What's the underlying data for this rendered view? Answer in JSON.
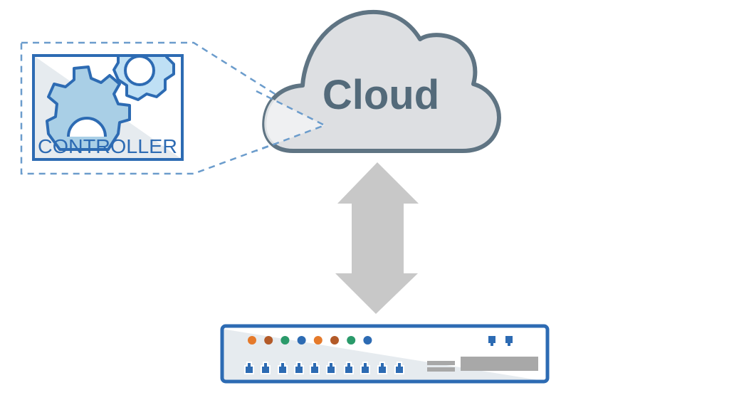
{
  "cloud": {
    "label": "Cloud"
  },
  "controller": {
    "label": "CONTROLLER"
  },
  "colors": {
    "blue": "#2d6bb3",
    "dash_blue": "#6b9ccc",
    "gear_fill_light": "#bfe0f5",
    "gear_fill_mid": "#a9cfe6",
    "cloud_fill": "#dddfe2",
    "cloud_stroke": "#5f7483",
    "cloud_text": "#536a7a",
    "arrow": "#c8c8c8",
    "panel_grey": "#a8a8a8",
    "led_orange": "#e57a2b",
    "led_brown": "#b35a28",
    "led_green": "#2a9a6a",
    "led_blue": "#2d6bb3"
  },
  "device": {
    "status_leds": [
      "orange",
      "brown",
      "green",
      "blue",
      "orange",
      "brown",
      "green",
      "blue"
    ],
    "ethernet_ports": 10,
    "uplink_ports": 2
  }
}
